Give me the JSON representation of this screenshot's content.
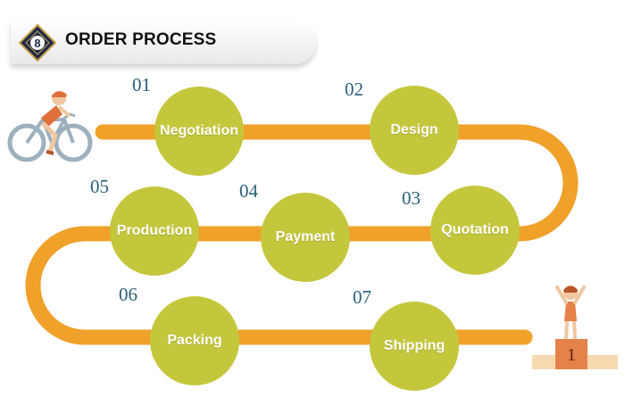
{
  "header": {
    "title": "ORDER PROCESS",
    "logo_text": "8"
  },
  "steps": [
    {
      "number": "01",
      "label": "Negotiation"
    },
    {
      "number": "02",
      "label": "Design"
    },
    {
      "number": "03",
      "label": "Quotation"
    },
    {
      "number": "04",
      "label": "Payment"
    },
    {
      "number": "05",
      "label": "Production"
    },
    {
      "number": "06",
      "label": "Packing"
    },
    {
      "number": "07",
      "label": "Shipping"
    }
  ],
  "podium": {
    "place": "1"
  },
  "colors": {
    "track": "#f0a12a",
    "circle": "#c4c73c",
    "number": "#2a5f7a",
    "podium": "#e5824a"
  }
}
